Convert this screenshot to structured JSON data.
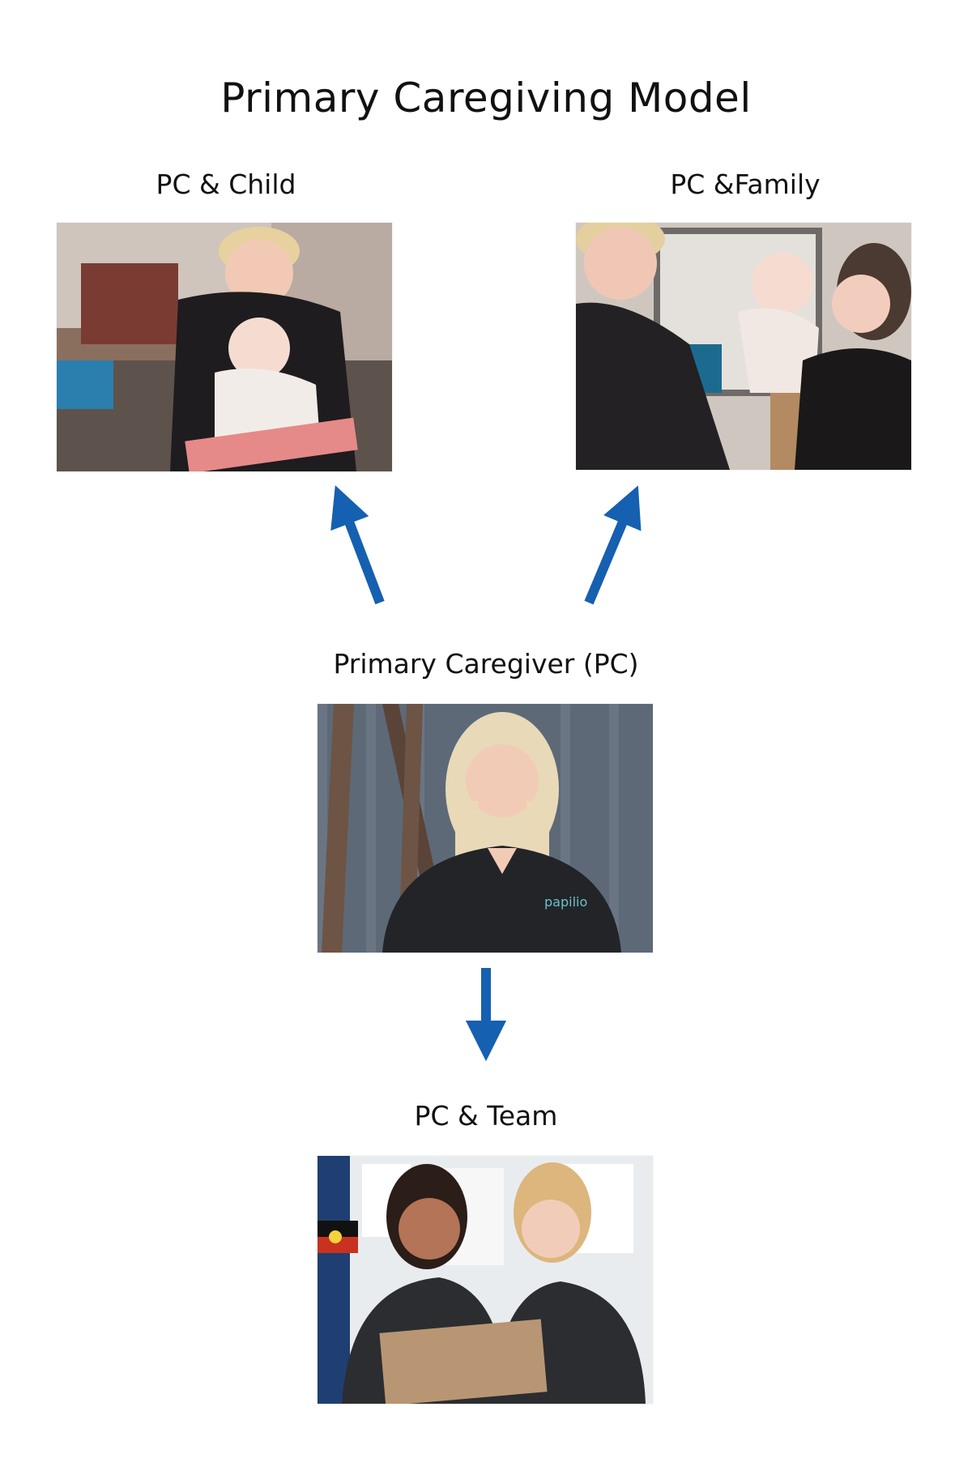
{
  "diagram": {
    "title": "Primary Caregiving Model",
    "nodes": [
      {
        "id": "pc-child",
        "label": "PC & Child"
      },
      {
        "id": "pc-family",
        "label": "PC &Family"
      },
      {
        "id": "pc",
        "label": "Primary Caregiver (PC)"
      },
      {
        "id": "pc-team",
        "label": "PC & Team"
      }
    ],
    "edges": [
      {
        "from": "pc",
        "to": "pc-child"
      },
      {
        "from": "pc",
        "to": "pc-family"
      },
      {
        "from": "pc",
        "to": "pc-team"
      }
    ],
    "colors": {
      "arrow": "#1560b0",
      "text": "#111111",
      "background": "#ffffff"
    }
  }
}
